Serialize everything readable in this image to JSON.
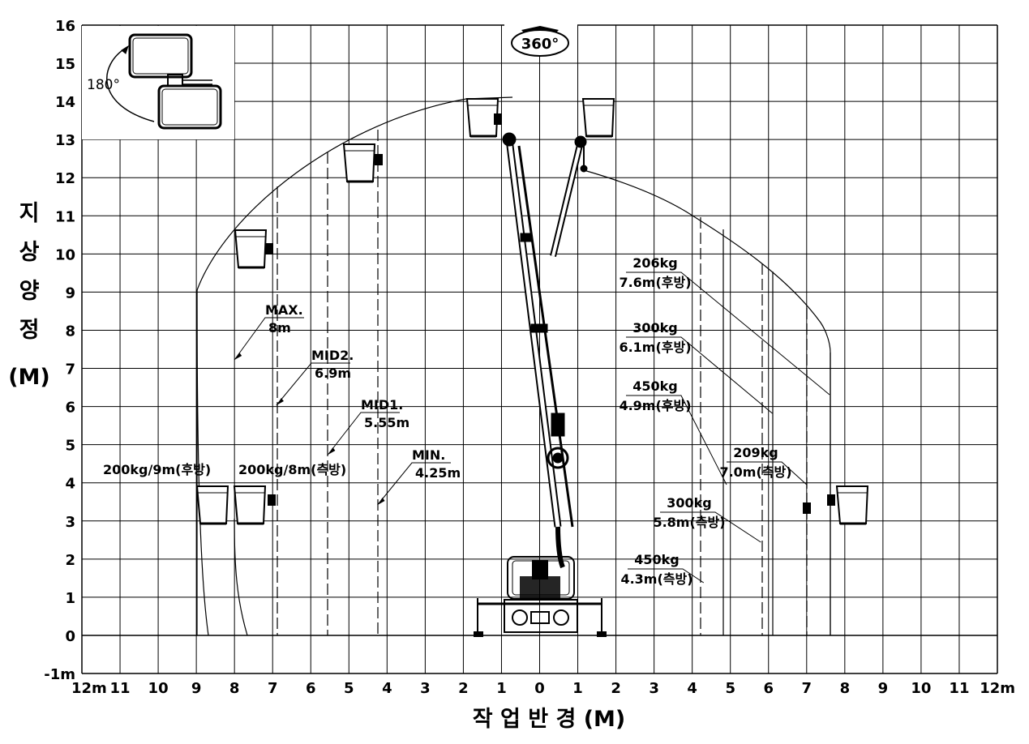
{
  "chart_data": {
    "type": "diagram",
    "x_axis": {
      "title": "작 업 반 경 (M)",
      "tick_labels": [
        "12m",
        "11",
        "10",
        "9",
        "8",
        "7",
        "6",
        "5",
        "4",
        "3",
        "2",
        "1",
        "0",
        "1",
        "2",
        "3",
        "4",
        "5",
        "6",
        "7",
        "8",
        "9",
        "10",
        "11",
        "12m"
      ],
      "range": [
        -12,
        12
      ]
    },
    "y_axis": {
      "title_chars": [
        "지",
        "상",
        "양",
        "정",
        "(M)"
      ],
      "tick_labels": [
        "16",
        "15",
        "14",
        "13",
        "12",
        "11",
        "10",
        "9",
        "8",
        "7",
        "6",
        "5",
        "4",
        "3",
        "2",
        "1",
        "0",
        "-1m"
      ],
      "range": [
        -1,
        16
      ]
    },
    "rotation_label": "360°",
    "inset_label": "180°",
    "boom_lines": [
      {
        "label": "MAX.",
        "value": "8m",
        "x": -8
      },
      {
        "label": "MID2.",
        "value": "6.9m",
        "x": -6.9
      },
      {
        "label": "MID1.",
        "value": "5.55m",
        "x": -5.55
      },
      {
        "label": "MIN.",
        "value": "4.25m",
        "x": -4.25
      }
    ],
    "left_loads": [
      {
        "text": "200kg/9m(후방)"
      },
      {
        "text": "200kg/8m(측방)"
      }
    ],
    "right_loads": [
      {
        "kg": "206kg",
        "reach": "7.6m(후방)",
        "x": 7.6
      },
      {
        "kg": "300kg",
        "reach": "6.1m(후방)",
        "x": 6.1
      },
      {
        "kg": "450kg",
        "reach": "4.9m(후방)",
        "x": 4.9
      },
      {
        "kg": "209kg",
        "reach": "7.0m(측방)",
        "x": 7.0
      },
      {
        "kg": "300kg",
        "reach": "5.8m(측방)",
        "x": 5.8
      },
      {
        "kg": "450kg",
        "reach": "4.3m(측방)",
        "x": 4.3
      }
    ]
  }
}
